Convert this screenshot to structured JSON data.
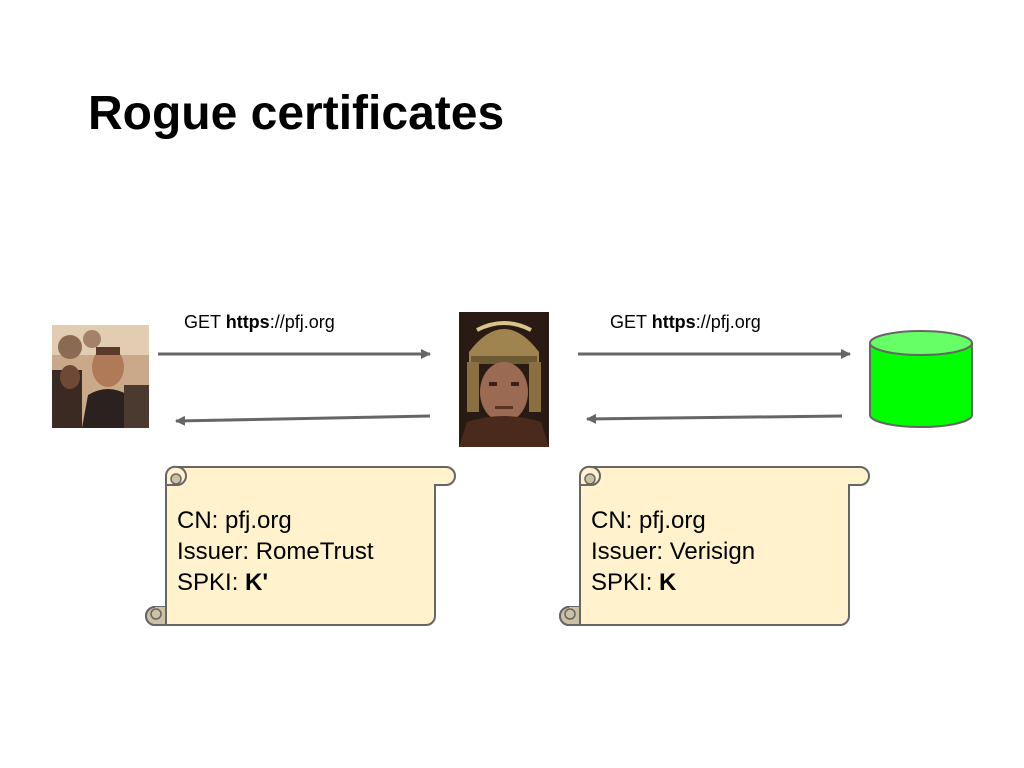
{
  "slide": {
    "title": "Rogue certificates"
  },
  "requests": [
    {
      "method": "GET",
      "scheme": "https",
      "rest": "://pfj.org"
    },
    {
      "method": "GET",
      "scheme": "https",
      "rest": "://pfj.org"
    }
  ],
  "certificates": [
    {
      "cn_label": "CN:",
      "cn_value": "pfj.org",
      "issuer_label": "Issuer:",
      "issuer_value": "RomeTrust",
      "spki_label": "SPKI:",
      "spki_value": "K'"
    },
    {
      "cn_label": "CN:",
      "cn_value": "pfj.org",
      "issuer_label": "Issuer:",
      "issuer_value": "Verisign",
      "spki_label": "SPKI:",
      "spki_value": "K"
    }
  ],
  "colors": {
    "arrow": "#666666",
    "scroll_fill": "#fff2cc",
    "scroll_curl": "#cdc1a3",
    "scroll_stroke": "#666666",
    "server_fill": "#00ff00",
    "server_top": "#66ff66",
    "server_stroke": "#666666"
  },
  "icons": {
    "client": "client-photo-icon",
    "attacker": "attacker-photo-icon",
    "server": "server-database-icon"
  }
}
